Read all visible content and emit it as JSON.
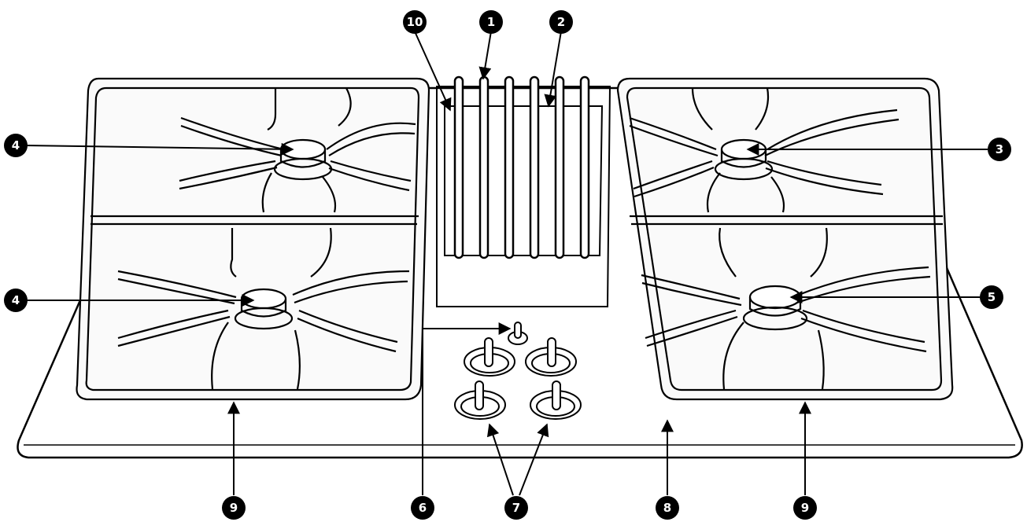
{
  "diagram": {
    "subject": "downdraft gas cooktop",
    "callouts": [
      {
        "id": "c10",
        "label": "10"
      },
      {
        "id": "c1",
        "label": "1"
      },
      {
        "id": "c2",
        "label": "2"
      },
      {
        "id": "c3",
        "label": "3"
      },
      {
        "id": "c4a",
        "label": "4"
      },
      {
        "id": "c4b",
        "label": "4"
      },
      {
        "id": "c5",
        "label": "5"
      },
      {
        "id": "c6",
        "label": "6"
      },
      {
        "id": "c7",
        "label": "7"
      },
      {
        "id": "c8",
        "label": "8"
      },
      {
        "id": "c9a",
        "label": "9"
      },
      {
        "id": "c9b",
        "label": "9"
      }
    ]
  },
  "colors": {
    "ink": "#000000",
    "paper": "#ffffff",
    "grate_fill": "#f2f2f2"
  }
}
